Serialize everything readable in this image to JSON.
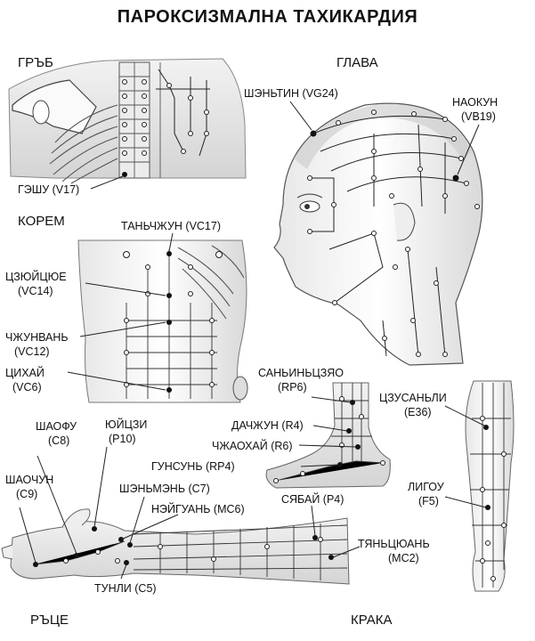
{
  "title": "ПАРОКСИЗМАЛНА ТАХИКАРДИЯ",
  "sections": {
    "back": "ГРЪБ",
    "head": "ГЛАВА",
    "abdomen": "КОРЕМ",
    "hands": "РЪЦЕ",
    "legs": "КРАКА"
  },
  "points": {
    "geshu": "ГЭШУ (V17)",
    "shentin": "ШЭНЬТИН (VG24)",
    "naokun": "НАОКУН",
    "naokun_code": "(VB19)",
    "tanchzhun": "ТАНЬЧЖУН (VC17)",
    "tszyuytsyue": "ЦЗЮЙЦЮЕ",
    "tszyuytsyue_code": "(VC14)",
    "chzhunvan": "ЧЖУНВАНЬ",
    "chzhunvan_code": "(VC12)",
    "tsihay": "ЦИХАЙ",
    "tsihay_code": "(VC6)",
    "saninsyao": "САНЬИНЬЦЗЯО",
    "saninsyao_code": "(RP6)",
    "tszusanli": "ЦЗУСАНЬЛИ",
    "tszusanli_code": "(E36)",
    "dachzhun": "ДАЧЖУН (R4)",
    "chzhaohay": "ЧЖАОХАЙ (R6)",
    "gunsun": "ГУНСУНЬ (RP4)",
    "shaofu": "ШАОФУ",
    "shaofu_code": "(C8)",
    "yuytszi": "ЮЙЦЗИ",
    "yuytszi_code": "(P10)",
    "shaochun": "ШАОЧУН",
    "shaochun_code": "(C9)",
    "shenmen": "ШЭНЬМЭНЬ (C7)",
    "neyguan": "НЭЙГУАНЬ (MC6)",
    "syabay": "СЯБАЙ (P4)",
    "ligou": "ЛИГОУ",
    "ligou_code": "(F5)",
    "tyantsyuan": "ТЯНЬЦЮАНЬ",
    "tyantsyuan_code": "(MC2)",
    "tunli": "ТУНЛИ (C5)"
  }
}
